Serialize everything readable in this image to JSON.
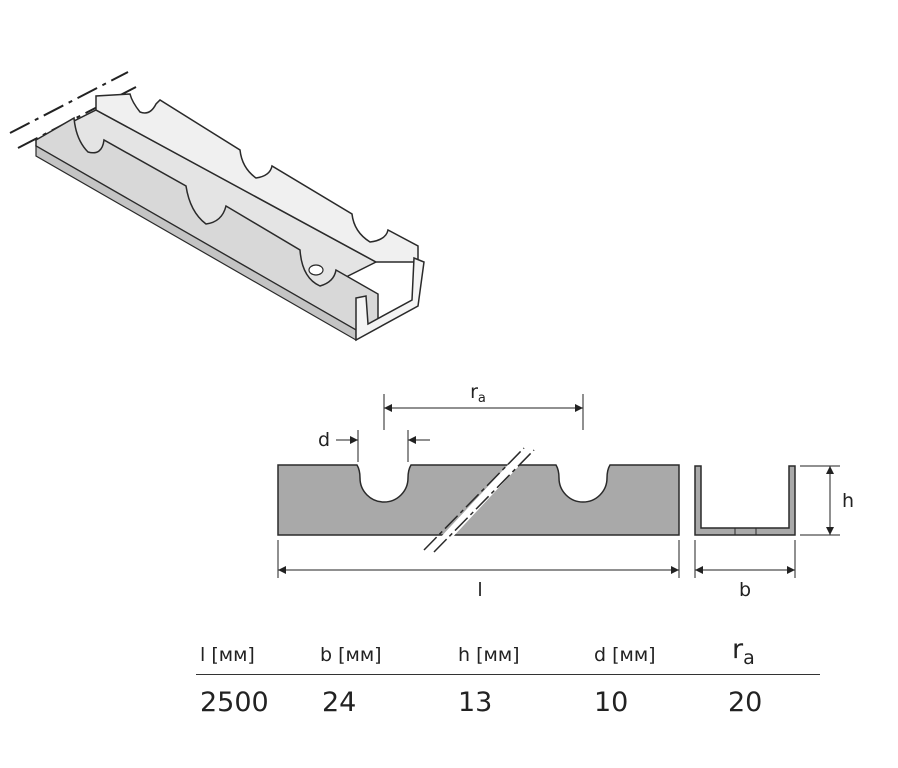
{
  "dimensions": {
    "ra": {
      "main": "r",
      "sub": "a"
    },
    "d": "d",
    "l": "l",
    "h": "h",
    "b": "b"
  },
  "table": {
    "headers": [
      {
        "text": "l [мм]"
      },
      {
        "text": "b [мм]"
      },
      {
        "text": "h [мм]"
      },
      {
        "text": "d [мм]"
      },
      {
        "main": "r",
        "sub": "a"
      }
    ],
    "values": [
      "2500",
      "24",
      "13",
      "10",
      "20"
    ]
  },
  "colors": {
    "profile_fill": "#a9a9a9",
    "outline": "#2a2a2a",
    "metal_light": "#ececec",
    "metal_mid": "#d6d6d6",
    "metal_dark": "#bdbdbd"
  }
}
